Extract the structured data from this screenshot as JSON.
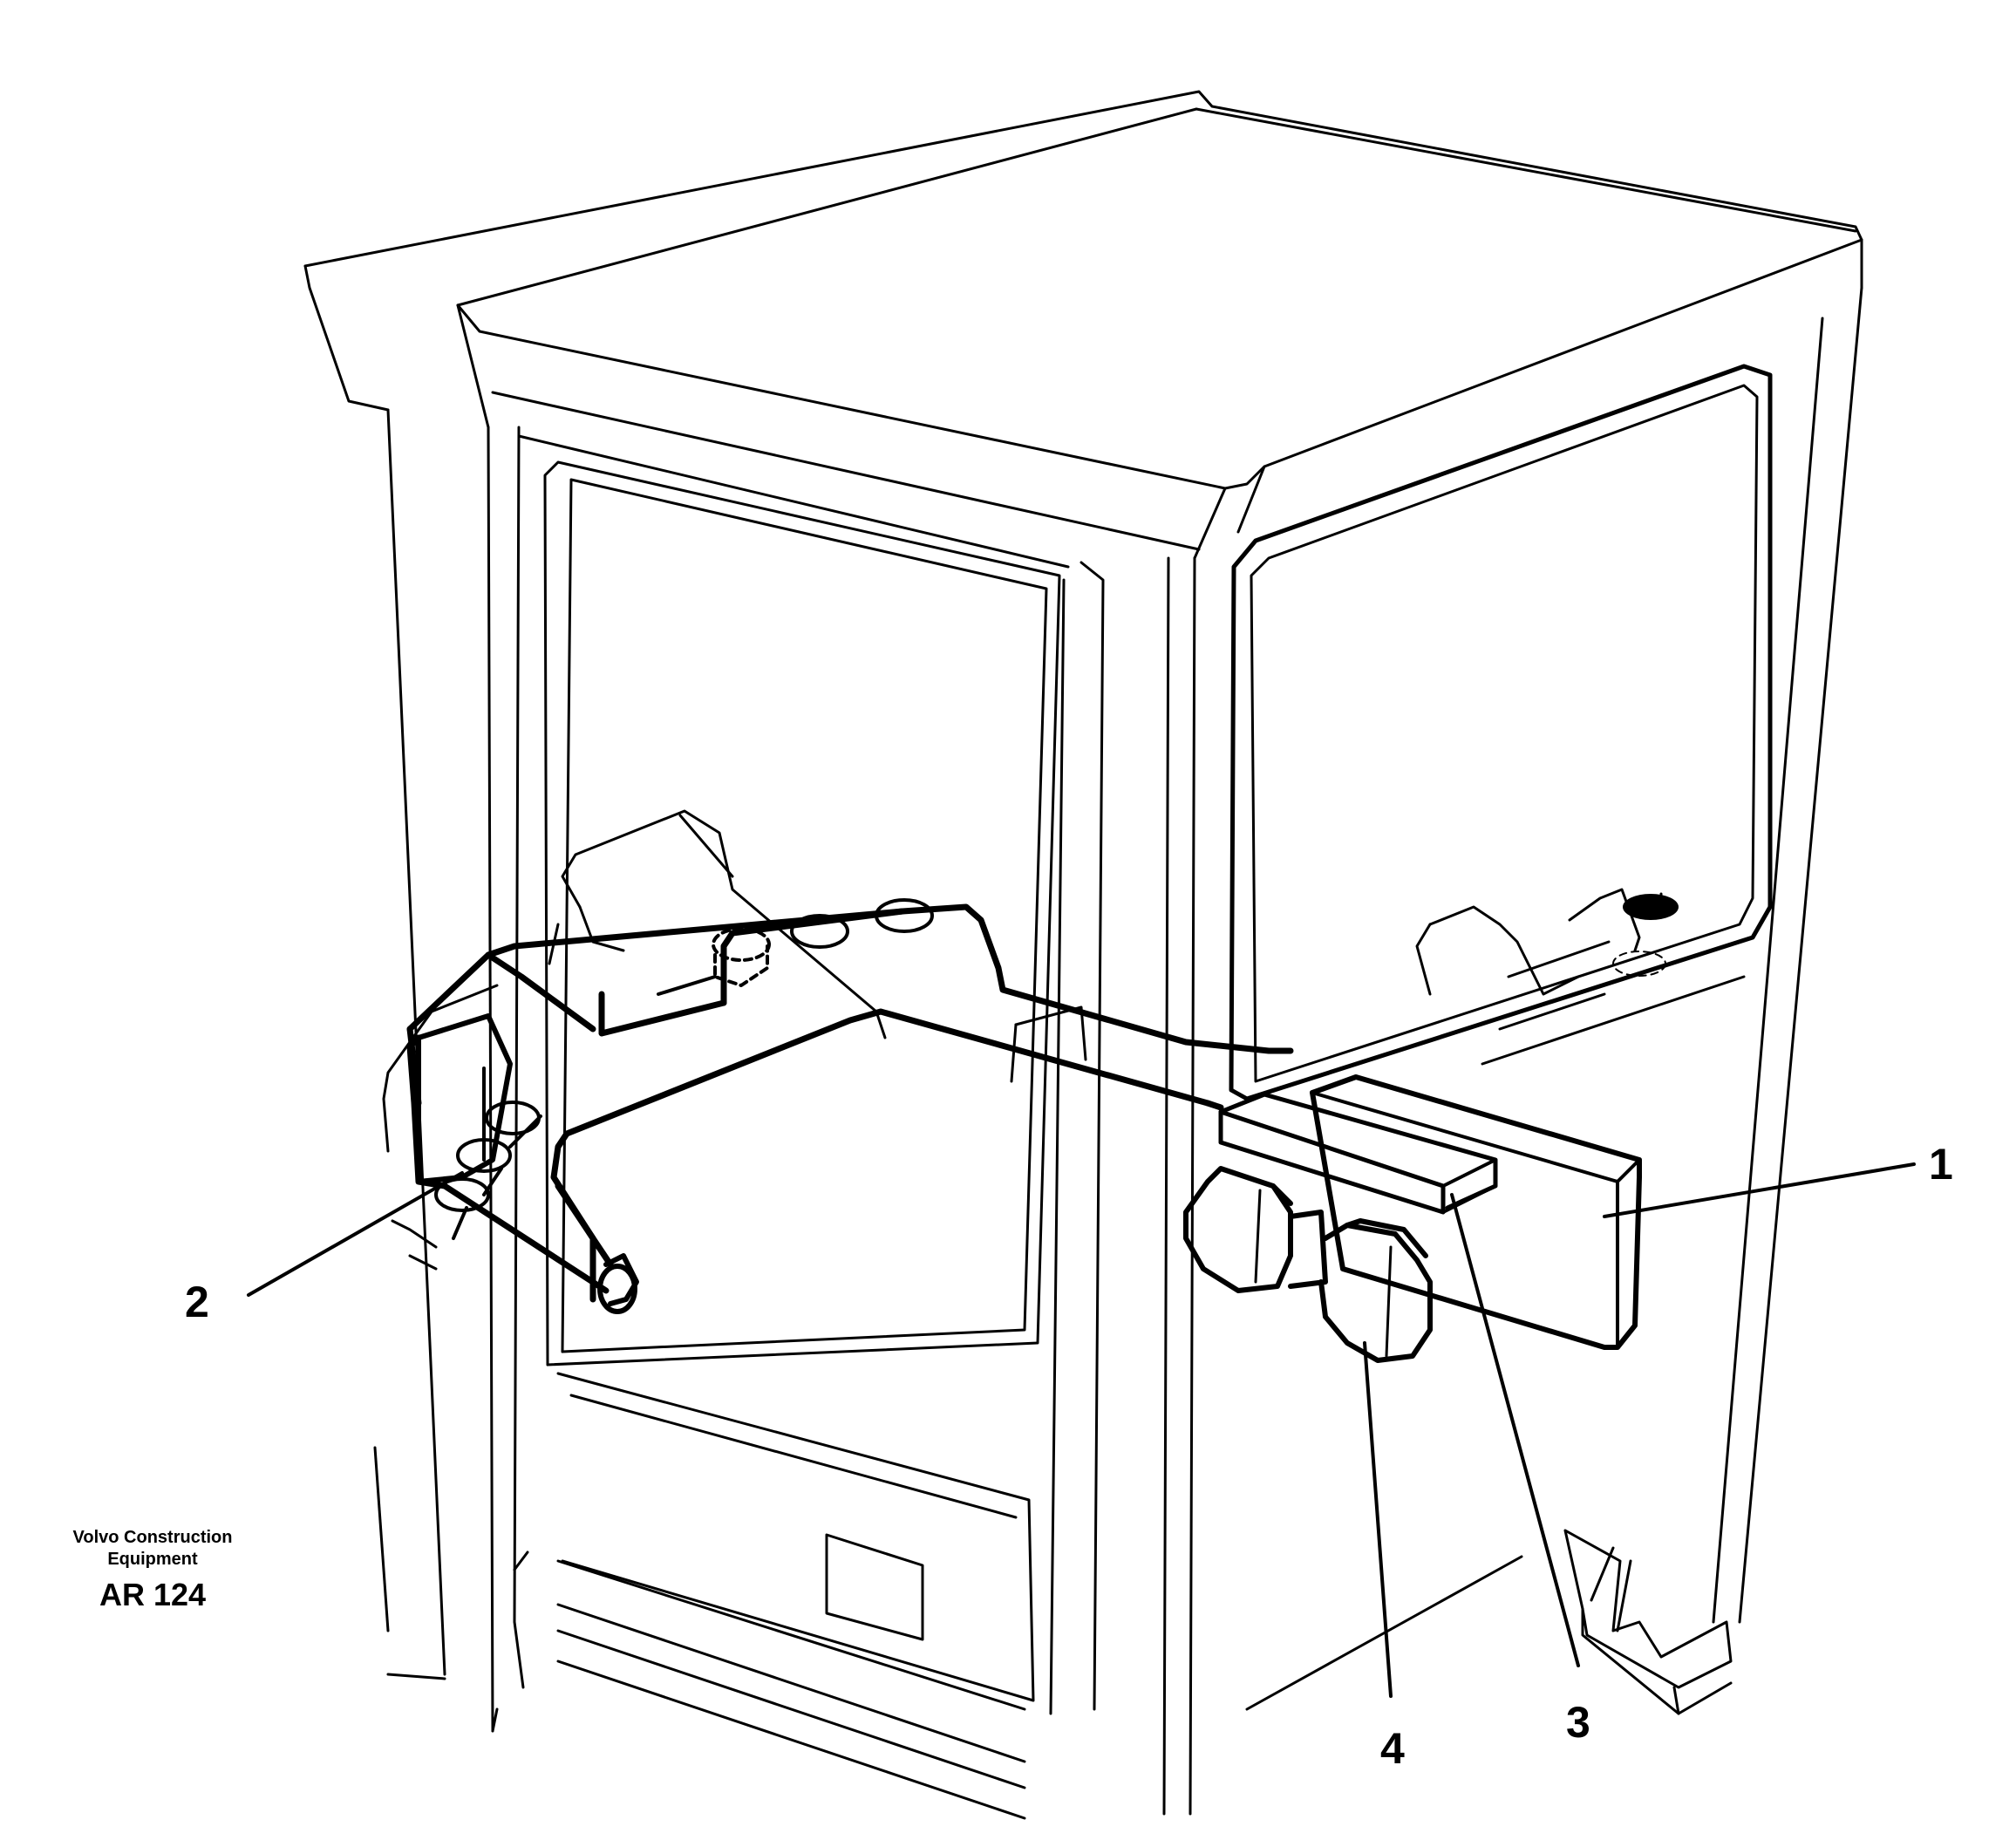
{
  "callouts": [
    {
      "id": "1",
      "label": "1"
    },
    {
      "id": "2",
      "label": "2"
    },
    {
      "id": "3",
      "label": "3"
    },
    {
      "id": "4",
      "label": "4"
    }
  ],
  "caption": {
    "company_line1": "Volvo Construction",
    "company_line2": "Equipment",
    "code": "AR 124"
  },
  "colors": {
    "ink": "#000000",
    "paper": "#ffffff"
  }
}
